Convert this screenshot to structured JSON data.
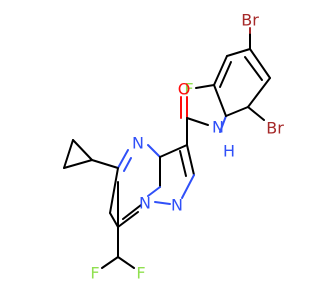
{
  "labels": {
    "br_top": "Br",
    "br_bottom": "Br",
    "f_ring": "F",
    "o": "O",
    "n_amide": "N",
    "h_amide": "H",
    "n_pyrimidine": "N",
    "n_bridge": "N",
    "n_pyrazole": "N",
    "f_left": "F",
    "f_right": "F"
  },
  "colors": {
    "carbon": "#000000",
    "nitrogen": "#3050F8",
    "oxygen": "#FF0D0D",
    "bromine": "#A62929",
    "fluorine": "#90E050"
  }
}
